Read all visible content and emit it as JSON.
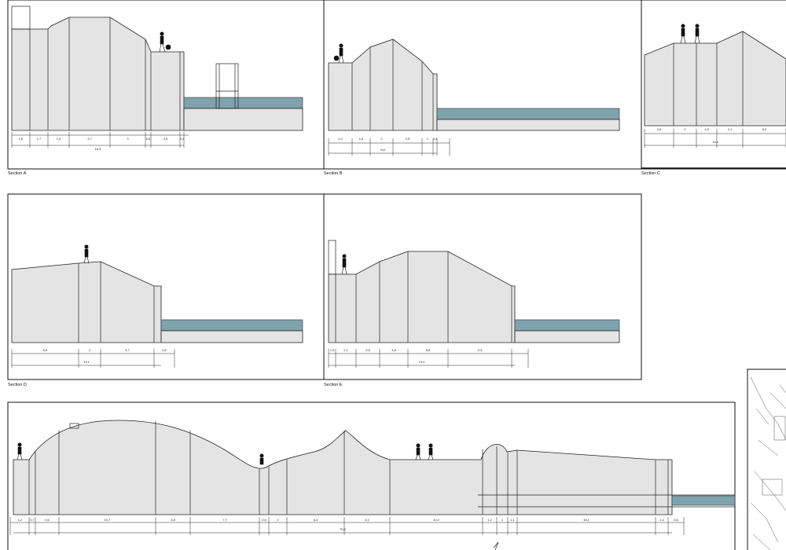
{
  "sections": [
    {
      "id": "A",
      "caption": "Section A",
      "segments": [
        "1,6",
        "1,7",
        "1,9",
        "3,7",
        "3",
        "0,8",
        "2,5",
        "0,4"
      ],
      "total": "16,9"
    },
    {
      "id": "B",
      "caption": "Section B",
      "segments": [
        "2,2",
        "1,6",
        "2",
        "2,5",
        "1",
        "0,4"
      ],
      "total": "8,8"
    },
    {
      "id": "C",
      "caption": "Section C",
      "segments": [
        "2,6",
        "2",
        "1,9",
        "2,1",
        "6,2"
      ],
      "total": "14,1"
    },
    {
      "id": "D",
      "caption": "Section D",
      "segments": [
        "6,9",
        "2",
        "4,7",
        "0,6"
      ],
      "total": "13,1"
    },
    {
      "id": "E",
      "caption": "Section E",
      "segments": [
        "1,6",
        "2,1",
        "2,5",
        "3,8",
        "5,8",
        "0,3"
      ],
      "total": "15,4"
    },
    {
      "id": "F",
      "caption": "",
      "segments": [
        "1,2",
        "0,7",
        "0,6",
        "10,7",
        "3,8",
        "7,7",
        "0,6",
        "2",
        "6,4",
        "4,1",
        "10,2",
        "1,2",
        "1",
        "1,1",
        "15,1",
        "1,4",
        "0,6"
      ],
      "total": "70,6"
    }
  ],
  "colors": {
    "ground": "#e4e4e4",
    "water": "#7fa3ac",
    "line": "#222222"
  }
}
